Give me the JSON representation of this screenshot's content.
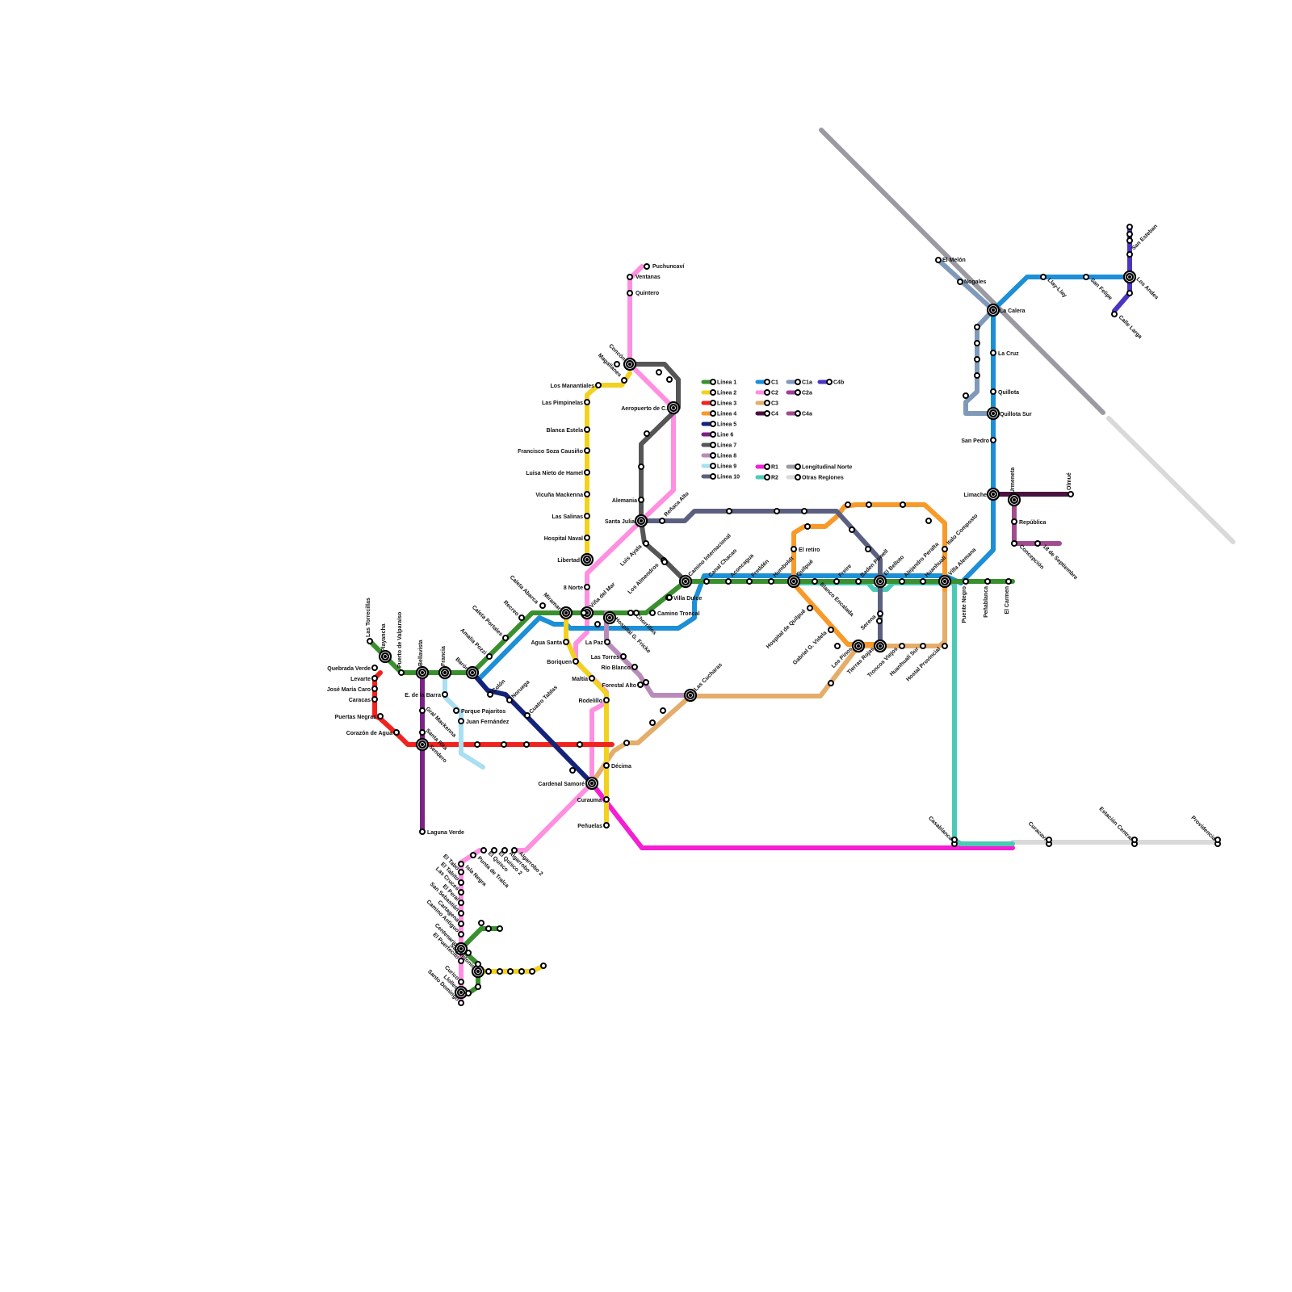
{
  "colors": {
    "linea1": "#3a8f2e",
    "linea2": "#f2d21e",
    "linea3": "#f0231e",
    "linea4": "#f79a2a",
    "linea5": "#13237a",
    "linea6": "#7b2285",
    "linea7": "#555555",
    "linea8": "#b98bb9",
    "linea9": "#a9dff0",
    "linea10": "#5c6080",
    "c1": "#1c8fd6",
    "c1a": "#7f99b9",
    "c2": "#ff8fe0",
    "c2a": "#a13e9c",
    "c3": "#e4ad6a",
    "c4": "#4a1240",
    "c4a": "#a04d8e",
    "c4b": "#4a35c2",
    "r1": "#f41fd2",
    "r2": "#4ccab5",
    "longitudinal": "#9a9ba2",
    "otras": "#d9d9d9"
  },
  "legend": [
    {
      "key": "linea1",
      "label": "Línea 1"
    },
    {
      "key": "linea2",
      "label": "Línea 2"
    },
    {
      "key": "linea3",
      "label": "Línea 3"
    },
    {
      "key": "linea4",
      "label": "Línea 4"
    },
    {
      "key": "linea5",
      "label": "Línea 5"
    },
    {
      "key": "linea6",
      "label": "Line 6"
    },
    {
      "key": "linea7",
      "label": "Línea 7"
    },
    {
      "key": "linea8",
      "label": "Línea 8"
    },
    {
      "key": "linea9",
      "label": "Línea 9"
    },
    {
      "key": "linea10",
      "label": "Línea 10"
    },
    {
      "key": "c1",
      "label": "C1"
    },
    {
      "key": "c2",
      "label": "C2"
    },
    {
      "key": "c3",
      "label": "C3"
    },
    {
      "key": "c4",
      "label": "C4"
    },
    {
      "key": "c1a",
      "label": "C1a"
    },
    {
      "key": "c2a",
      "label": "C2a"
    },
    {
      "key": "c4a",
      "label": "C4a"
    },
    {
      "key": "c4b",
      "label": "C4b"
    },
    {
      "key": "r1",
      "label": "R1"
    },
    {
      "key": "r2",
      "label": "R2"
    },
    {
      "key": "longitudinal",
      "label": "Longitudinal Norte"
    },
    {
      "key": "otras",
      "label": "Otras Regiones"
    }
  ],
  "stations": [
    "Puchuncaví",
    "Ventanas",
    "Quintero",
    "Concón",
    "Magallanes",
    "Los Manantiales",
    "Las Pimpinelas",
    "Aeropuerto de C.",
    "Blanca Estela",
    "Francisco Soza Causiño",
    "Luisa Nieto de Hamel",
    "Vicuña Mackenna",
    "Alemania",
    "Las Salinas",
    "Reñaca Alto",
    "Santa Julia",
    "Hospital Naval",
    "Luis Ayala",
    "Libertad",
    "Los Almendros",
    "Camino Internacional",
    "8 Norte",
    "Villa Dulce",
    "Caleta Abarca",
    "Miramar",
    "Viña del Mar",
    "Recreo",
    "Hospital G. Fricke",
    "Chorrillos",
    "Camino Troncal",
    "Caleta Portales",
    "Agua Santa",
    "La Paz",
    "Amalia Pozzi",
    "Boriquen",
    "Las Torres",
    "Barón",
    "Río Blanco",
    "Maltía",
    "Forestal Alto",
    "Colón",
    "Noruega",
    "Rodelillo",
    "Las Cucharas",
    "Cuatro Tablas",
    "Décima",
    "Cardenal Samoré",
    "Curauma",
    "Peñuelas",
    "Las Torrecillas",
    "Playancha",
    "Puerto de Valparaíso",
    "Bellavista",
    "Francia",
    "Quebrada Verde",
    "Levarte",
    "José María Caro",
    "Caracas",
    "E. de la Barra",
    "Gral Mackenna",
    "Parque Pajaritos",
    "Juan Fernández",
    "Puertas Negras",
    "Corazón de Agua",
    "Santa Rita",
    "Sendero",
    "Laguna Verde",
    "Canal Chacao",
    "Aconcagua",
    "Freddén",
    "Humboldt",
    "Quilpué",
    "Blanco Encalada",
    "Freire",
    "El retiro",
    "Hospital de Quilpué",
    "Gabriel G. Videla",
    "Los Pinos",
    "Tierras Rojas",
    "Baden Powell",
    "El Belloto",
    "Serena",
    "Alejandro Peralta",
    "Huanhualí",
    "Villa Alemana",
    "Italo Composto",
    "Troncos Viejos",
    "Huanhualí Sur",
    "Hostal Provincial",
    "Puente Negro",
    "Peñablanca",
    "El Carmen",
    "Limache",
    "Urmeneta",
    "Olmué",
    "República",
    "Concepción",
    "18 de Septiembre",
    "San Pedro",
    "Quillota Sur",
    "Quillota",
    "La Cruz",
    "La Calera",
    "El Melón",
    "Nogales",
    "Llay-Llay",
    "San Felipe",
    "San Esteban",
    "Los Andes",
    "Calle Larga",
    "Casablanca",
    "Curacaví",
    "Estación Central",
    "Providencia",
    "Punta de Tralca",
    "Isla Negra",
    "El Quisco",
    "El Quisco 2",
    "Algarrobo",
    "Algarrobo 2",
    "El Tabo",
    "El Tabito",
    "Las Cruces",
    "El Peral",
    "San Sebastián",
    "Cartagena",
    "Camino Antiguo",
    "Centenario",
    "El Puertecito",
    "San Antonio",
    "Curico",
    "Llolleo",
    "Santo Domingo"
  ]
}
